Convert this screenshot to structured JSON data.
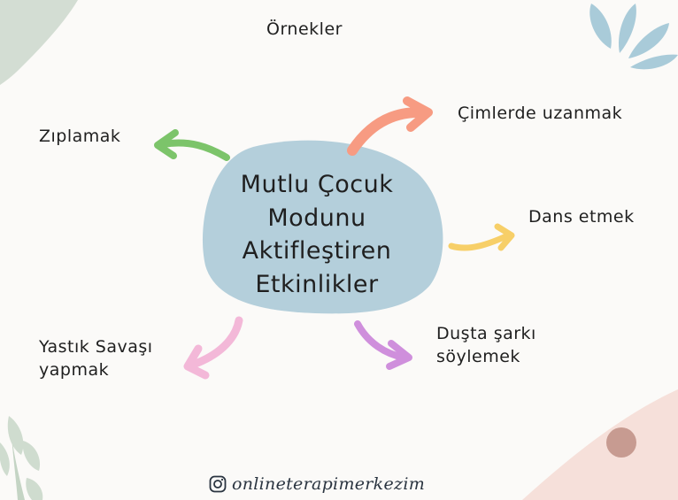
{
  "header": {
    "title": "Örnekler"
  },
  "center": {
    "lines": [
      "Mutlu Çocuk",
      "Modunu",
      "Aktifleştiren",
      "Etkinlikler"
    ],
    "color": "#b4cfdb"
  },
  "branches": [
    {
      "label": "Zıplamak",
      "color": "#7cc46a"
    },
    {
      "label": "Çimlerde uzanmak",
      "color": "#f79b82"
    },
    {
      "label": "Dans etmek",
      "color": "#f7cf68"
    },
    {
      "label_lines": [
        "Duşta şarkı",
        "söylemek"
      ],
      "color": "#cf8fdc"
    },
    {
      "label_lines": [
        "Yastık Savaşı",
        "yapmak"
      ],
      "color": "#f3b8d8"
    }
  ],
  "footer": {
    "handle": "onlineterapimerkezim",
    "icon": "instagram-icon"
  }
}
